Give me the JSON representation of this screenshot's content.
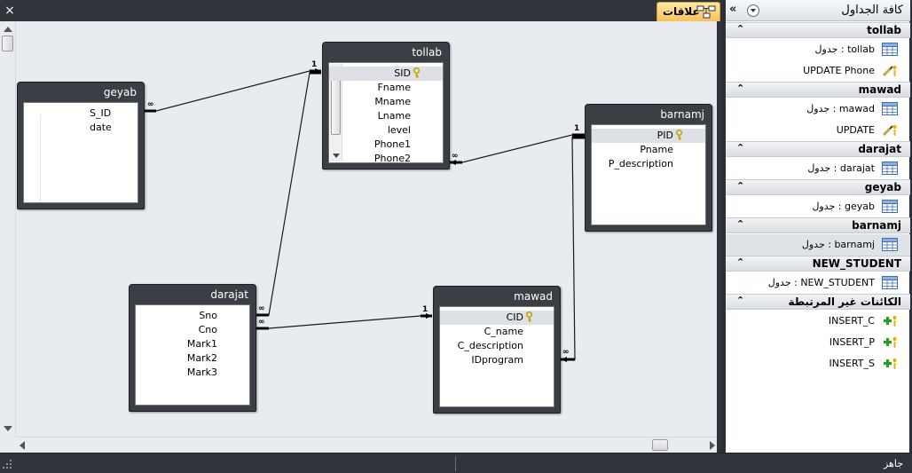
{
  "designer": {
    "tab_label": "علاقات",
    "close_label": "×",
    "tables": [
      {
        "name": "geyab",
        "fields": [
          "S_ID",
          "date"
        ],
        "pk": -1
      },
      {
        "name": "tollab",
        "fields": [
          "SID",
          "Fname",
          "Mname",
          "Lname",
          "level",
          "Phone1",
          "Phone2"
        ],
        "pk": 0
      },
      {
        "name": "barnamj",
        "fields": [
          "PID",
          "Pname",
          "P_description"
        ],
        "pk": 0
      },
      {
        "name": "darajat",
        "fields": [
          "Sno",
          "Cno",
          "Mark1",
          "Mark2",
          "Mark3"
        ],
        "pk": -1
      },
      {
        "name": "mawad",
        "fields": [
          "CID",
          "C_name",
          "C_description",
          "IDprogram"
        ],
        "pk": 0
      }
    ],
    "relationships": [
      {
        "from": "geyab",
        "to": "tollab",
        "from_card": "∞",
        "to_card": "1"
      },
      {
        "from": "darajat",
        "to": "tollab",
        "from_card": "∞",
        "to_card": "1"
      },
      {
        "from": "darajat",
        "to": "mawad",
        "from_card": "∞",
        "to_card": "1"
      },
      {
        "from": "barnamj",
        "to": "tollab",
        "from_card": "1",
        "to_card": "∞"
      },
      {
        "from": "barnamj",
        "to": "mawad",
        "from_card": "1",
        "to_card": "∞"
      }
    ]
  },
  "nav": {
    "title": "كافة الجداول",
    "collapse_glyph": "«",
    "groups": [
      {
        "name": "tollab",
        "items": [
          {
            "label": "tollab : جدول",
            "icon": "table-icon"
          },
          {
            "label": "UPDATE Phone",
            "icon": "update-query-icon"
          }
        ]
      },
      {
        "name": "mawad",
        "items": [
          {
            "label": "mawad : جدول",
            "icon": "table-icon"
          },
          {
            "label": "UPDATE",
            "icon": "update-query-icon"
          }
        ]
      },
      {
        "name": "darajat",
        "items": [
          {
            "label": "darajat : جدول",
            "icon": "table-icon"
          }
        ]
      },
      {
        "name": "geyab",
        "items": [
          {
            "label": "geyab : جدول",
            "icon": "table-icon"
          }
        ]
      },
      {
        "name": "barnamj",
        "items": [
          {
            "label": "barnamj : جدول",
            "icon": "table-icon",
            "selected": true
          }
        ]
      },
      {
        "name": "NEW_STUDENT",
        "items": [
          {
            "label": "NEW_STUDENT : جدول",
            "icon": "table-icon"
          }
        ]
      },
      {
        "name": "الكائنات غير المرتبطة",
        "items": [
          {
            "label": "INSERT_C",
            "icon": "append-query-icon"
          },
          {
            "label": "INSERT_P",
            "icon": "append-query-icon"
          },
          {
            "label": "INSERT_S",
            "icon": "append-query-icon"
          }
        ]
      }
    ]
  },
  "status": {
    "text": "جاهز"
  },
  "colors": {
    "tab_accent": "#f7c25a",
    "canvas": "#e8ecf1",
    "chrome": "#30353c"
  }
}
